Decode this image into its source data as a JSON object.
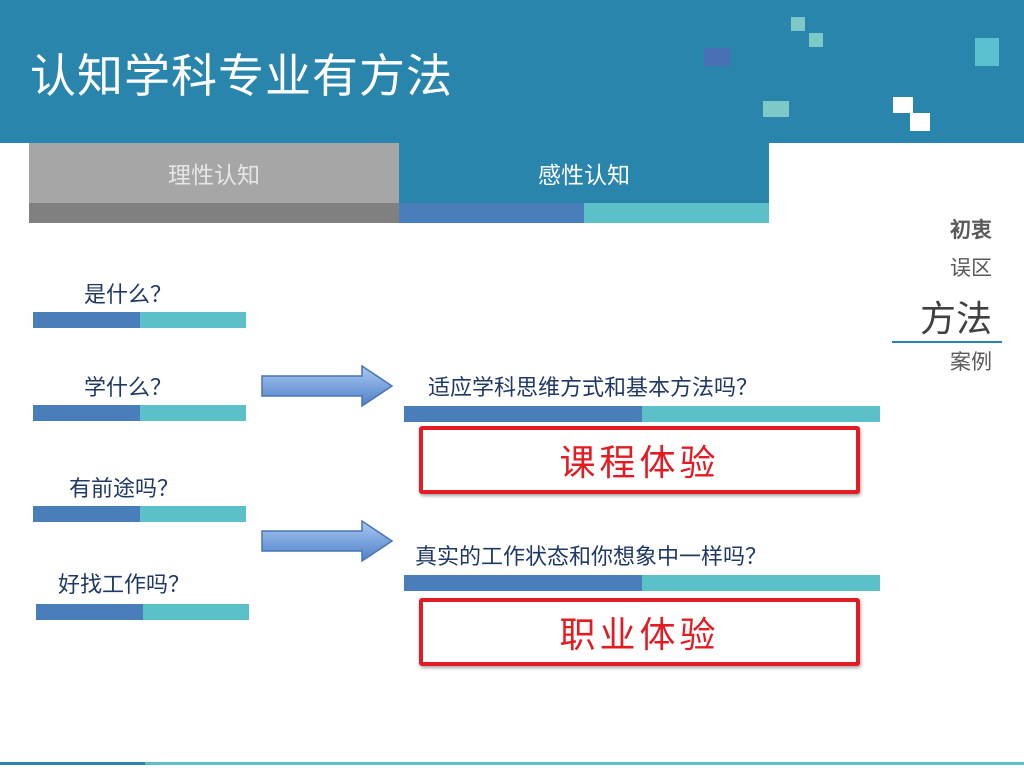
{
  "header": {
    "title": "认知学科专业有方法"
  },
  "tabs": [
    {
      "label": "理性认知"
    },
    {
      "label": "感性认知"
    }
  ],
  "side_nav": {
    "items": [
      {
        "label": "初衷"
      },
      {
        "label": "误区"
      },
      {
        "label": "方法"
      },
      {
        "label": "案例"
      }
    ],
    "active_index": 2
  },
  "questions": [
    {
      "label": "是什么？"
    },
    {
      "label": "学什么？"
    },
    {
      "label": "有前途吗？"
    },
    {
      "label": "好找工作吗？"
    }
  ],
  "statements": [
    {
      "text": "适应学科思维方式和基本方法吗？",
      "box_label": "课程体验"
    },
    {
      "text": "真实的工作状态和你想象中一样吗？",
      "box_label": "职业体验"
    }
  ],
  "colors": {
    "header_blue": "#2a85ad",
    "bar_blue": "#4a7ebb",
    "bar_teal": "#5bc0c8",
    "tab_gray": "#a6a6a6",
    "bar_gray": "#808080",
    "accent_red": "#e31b23",
    "text_navy": "#1f3864"
  }
}
